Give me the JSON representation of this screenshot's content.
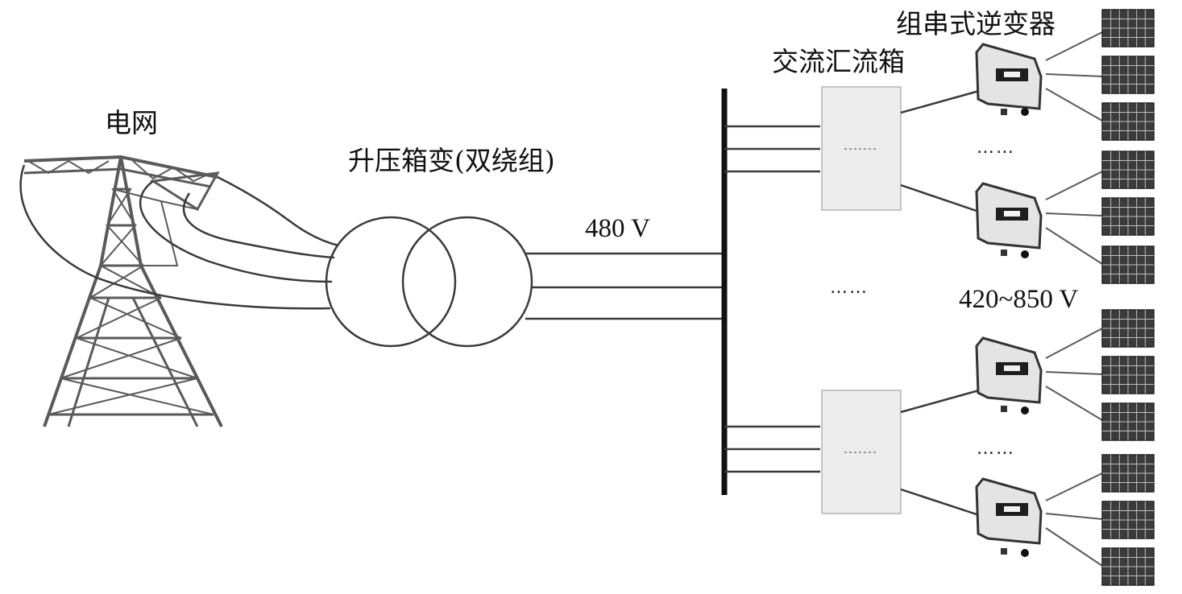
{
  "labels": {
    "grid": "电网",
    "transformer": "升压箱变(双绕组)",
    "ac_voltage": "480 V",
    "combiner_box": "交流汇流箱",
    "string_inverter": "组串式逆变器",
    "dc_voltage": "420~850 V"
  },
  "ellipsis": "……",
  "colors": {
    "line": "#3a3a3a",
    "busbar": "#111111",
    "tower": "#555555",
    "box_fill": "#ececec",
    "panel_fill": "#3b3b3b",
    "panel_grid": "#bfbfbf"
  },
  "icons": {
    "tower": "transmission-tower-icon",
    "transformer": "two-winding-transformer-symbol",
    "combiner": "ac-combiner-box-icon",
    "inverter": "string-inverter-icon",
    "panel": "solar-panel-icon"
  }
}
